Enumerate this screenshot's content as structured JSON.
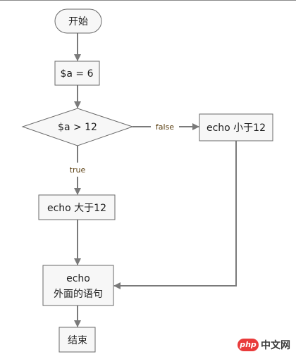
{
  "nodes": {
    "start": "开始",
    "assign": "$a = 6",
    "condition": "$a > 12",
    "branch_false": "echo 小于12",
    "branch_true": "echo 大于12",
    "after_line1": "echo",
    "after_line2": "外面的语句",
    "end": "结束"
  },
  "edges": {
    "false_label": "false",
    "true_label": "true"
  },
  "watermark": {
    "badge": "php",
    "text": "中文网"
  },
  "colors": {
    "node_fill": "#f7f7f7",
    "node_border": "#6a6a6a",
    "arrow": "#7a7a7a",
    "edge_label": "#5a3e10",
    "watermark_badge": "#e93b3b"
  }
}
